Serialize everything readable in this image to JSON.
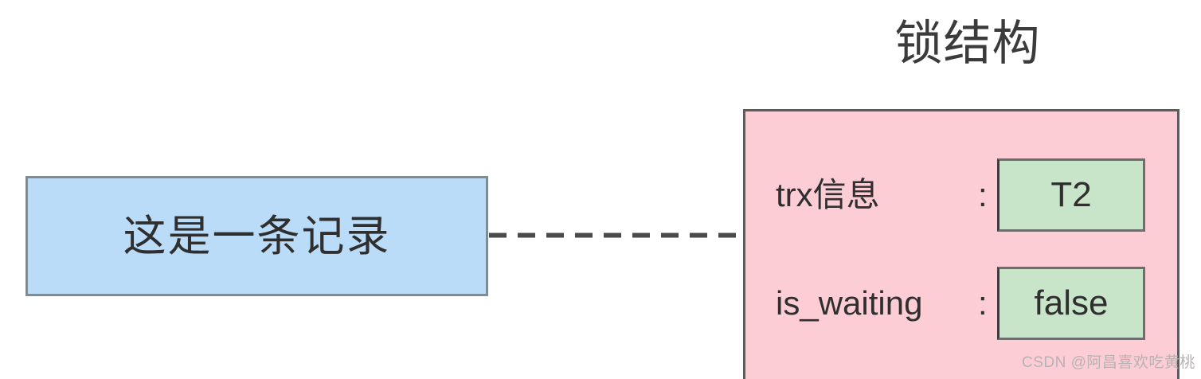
{
  "diagram": {
    "title": "锁结构",
    "record": {
      "label": "这是一条记录",
      "fill_color": "#bbdcf8",
      "border_color": "#7f8c94"
    },
    "connector": {
      "style": "dashed",
      "color": "#4a4a4a"
    },
    "lock_structure": {
      "fill_color": "#fccdd5",
      "border_color": "#5c5c5c",
      "fields": [
        {
          "label": "trx信息",
          "separator": ":",
          "value": "T2",
          "value_fill_color": "#c9e5c9",
          "value_border_color": "#6e6e6e"
        },
        {
          "label": "is_waiting",
          "separator": ":",
          "value": "false",
          "value_fill_color": "#c9e5c9",
          "value_border_color": "#6e6e6e"
        }
      ]
    },
    "watermark": "CSDN @阿昌喜欢吃黄桃"
  }
}
